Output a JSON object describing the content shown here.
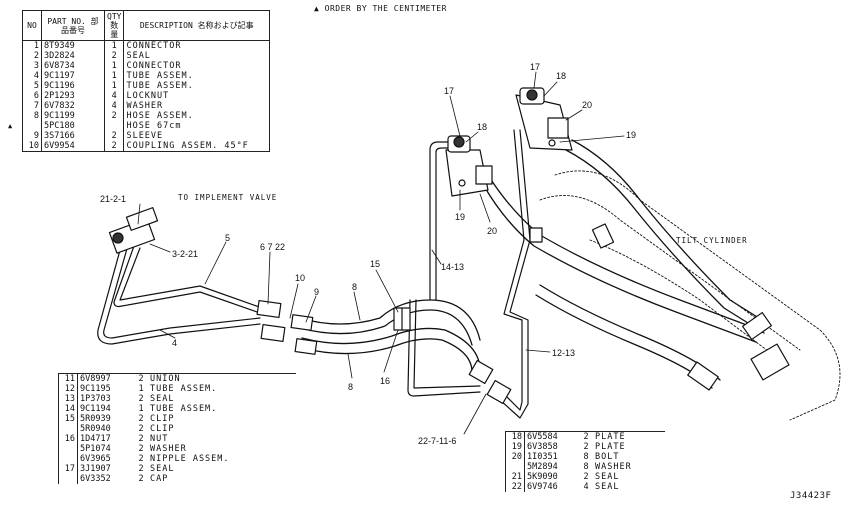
{
  "header_note": "▲ ORDER BY THE CENTIMETER",
  "drawing_number": "J34423F",
  "labels": {
    "implement_valve": "TO IMPLEMENT VALVE",
    "tilt_cylinder": "TILT CYLINDER"
  },
  "main_table": {
    "headers": {
      "no": "NO",
      "part_no": "PART NO. 部品番号",
      "qty": "QTY 数量",
      "description": "DESCRIPTION 名称および記事"
    },
    "rows": [
      {
        "marker": "",
        "no": "1",
        "part": "8T9349",
        "qty": "1",
        "desc": "CONNECTOR"
      },
      {
        "marker": "",
        "no": "2",
        "part": "3D2824",
        "qty": "2",
        "desc": "SEAL"
      },
      {
        "marker": "",
        "no": "3",
        "part": "6V8734",
        "qty": "1",
        "desc": "CONNECTOR"
      },
      {
        "marker": "",
        "no": "4",
        "part": "9C1197",
        "qty": "1",
        "desc": "TUBE ASSEM."
      },
      {
        "marker": "",
        "no": "5",
        "part": "9C1196",
        "qty": "1",
        "desc": "TUBE ASSEM."
      },
      {
        "marker": "",
        "no": "6",
        "part": "2P1293",
        "qty": "4",
        "desc": "LOCKNUT"
      },
      {
        "marker": "",
        "no": "7",
        "part": "6V7832",
        "qty": "4",
        "desc": "WASHER"
      },
      {
        "marker": "",
        "no": "8",
        "part": "9C1199",
        "qty": "2",
        "desc": "HOSE ASSEM."
      },
      {
        "marker": "▲",
        "no": "",
        "part": "5PC180",
        "qty": "",
        "desc": "HOSE 67cm"
      },
      {
        "marker": "",
        "no": "9",
        "part": "3S7166",
        "qty": "2",
        "desc": "SLEEVE"
      },
      {
        "marker": "",
        "no": "10",
        "part": "6V9954",
        "qty": "2",
        "desc": "COUPLING ASSEM. 45°F"
      }
    ]
  },
  "table_b": {
    "rows": [
      {
        "no": "11",
        "part": "6V8997",
        "qty": "2",
        "desc": "UNION"
      },
      {
        "no": "12",
        "part": "9C1195",
        "qty": "1",
        "desc": "TUBE ASSEM."
      },
      {
        "no": "13",
        "part": "1P3703",
        "qty": "2",
        "desc": "SEAL"
      },
      {
        "no": "14",
        "part": "9C1194",
        "qty": "1",
        "desc": "TUBE ASSEM."
      },
      {
        "no": "15",
        "part": "5R0939",
        "qty": "2",
        "desc": "CLIP"
      },
      {
        "no": "",
        "part": "5R0940",
        "qty": "2",
        "desc": "CLIP"
      },
      {
        "no": "16",
        "part": "1D4717",
        "qty": "2",
        "desc": "NUT"
      },
      {
        "no": "",
        "part": "5P1074",
        "qty": "2",
        "desc": "WASHER"
      },
      {
        "no": "",
        "part": "6V3965",
        "qty": "2",
        "desc": "NIPPLE ASSEM."
      },
      {
        "no": "17",
        "part": "3J1907",
        "qty": "2",
        "desc": "SEAL"
      },
      {
        "no": "",
        "part": "6V3352",
        "qty": "2",
        "desc": "CAP"
      }
    ]
  },
  "table_c": {
    "rows": [
      {
        "no": "18",
        "part": "6V5584",
        "qty": "2",
        "desc": "PLATE"
      },
      {
        "no": "19",
        "part": "6V3858",
        "qty": "2",
        "desc": "PLATE"
      },
      {
        "no": "20",
        "part": "1I0351",
        "qty": "8",
        "desc": "BOLT"
      },
      {
        "no": "",
        "part": "5M2894",
        "qty": "8",
        "desc": "WASHER"
      },
      {
        "no": "21",
        "part": "5K9090",
        "qty": "2",
        "desc": "SEAL"
      },
      {
        "no": "22",
        "part": "6V9746",
        "qty": "4",
        "desc": "SEAL"
      }
    ]
  },
  "callouts": {
    "c21_2_1": "21-2-1",
    "c3_2_21": "3-2-21",
    "c5": "5",
    "c4": "4",
    "c6_7_22": "6 7 22",
    "c10": "10",
    "c9": "9",
    "c8a": "8",
    "c8b": "8",
    "c15": "15",
    "c16": "16",
    "c14_13": "14-13",
    "c12_13": "12-13",
    "c22_7_11_6": "22-7-11-6",
    "c17a": "17",
    "c18a": "18",
    "c19a": "19",
    "c20a": "20",
    "c17b": "17",
    "c18b": "18",
    "c19b": "19",
    "c20b": "20"
  }
}
